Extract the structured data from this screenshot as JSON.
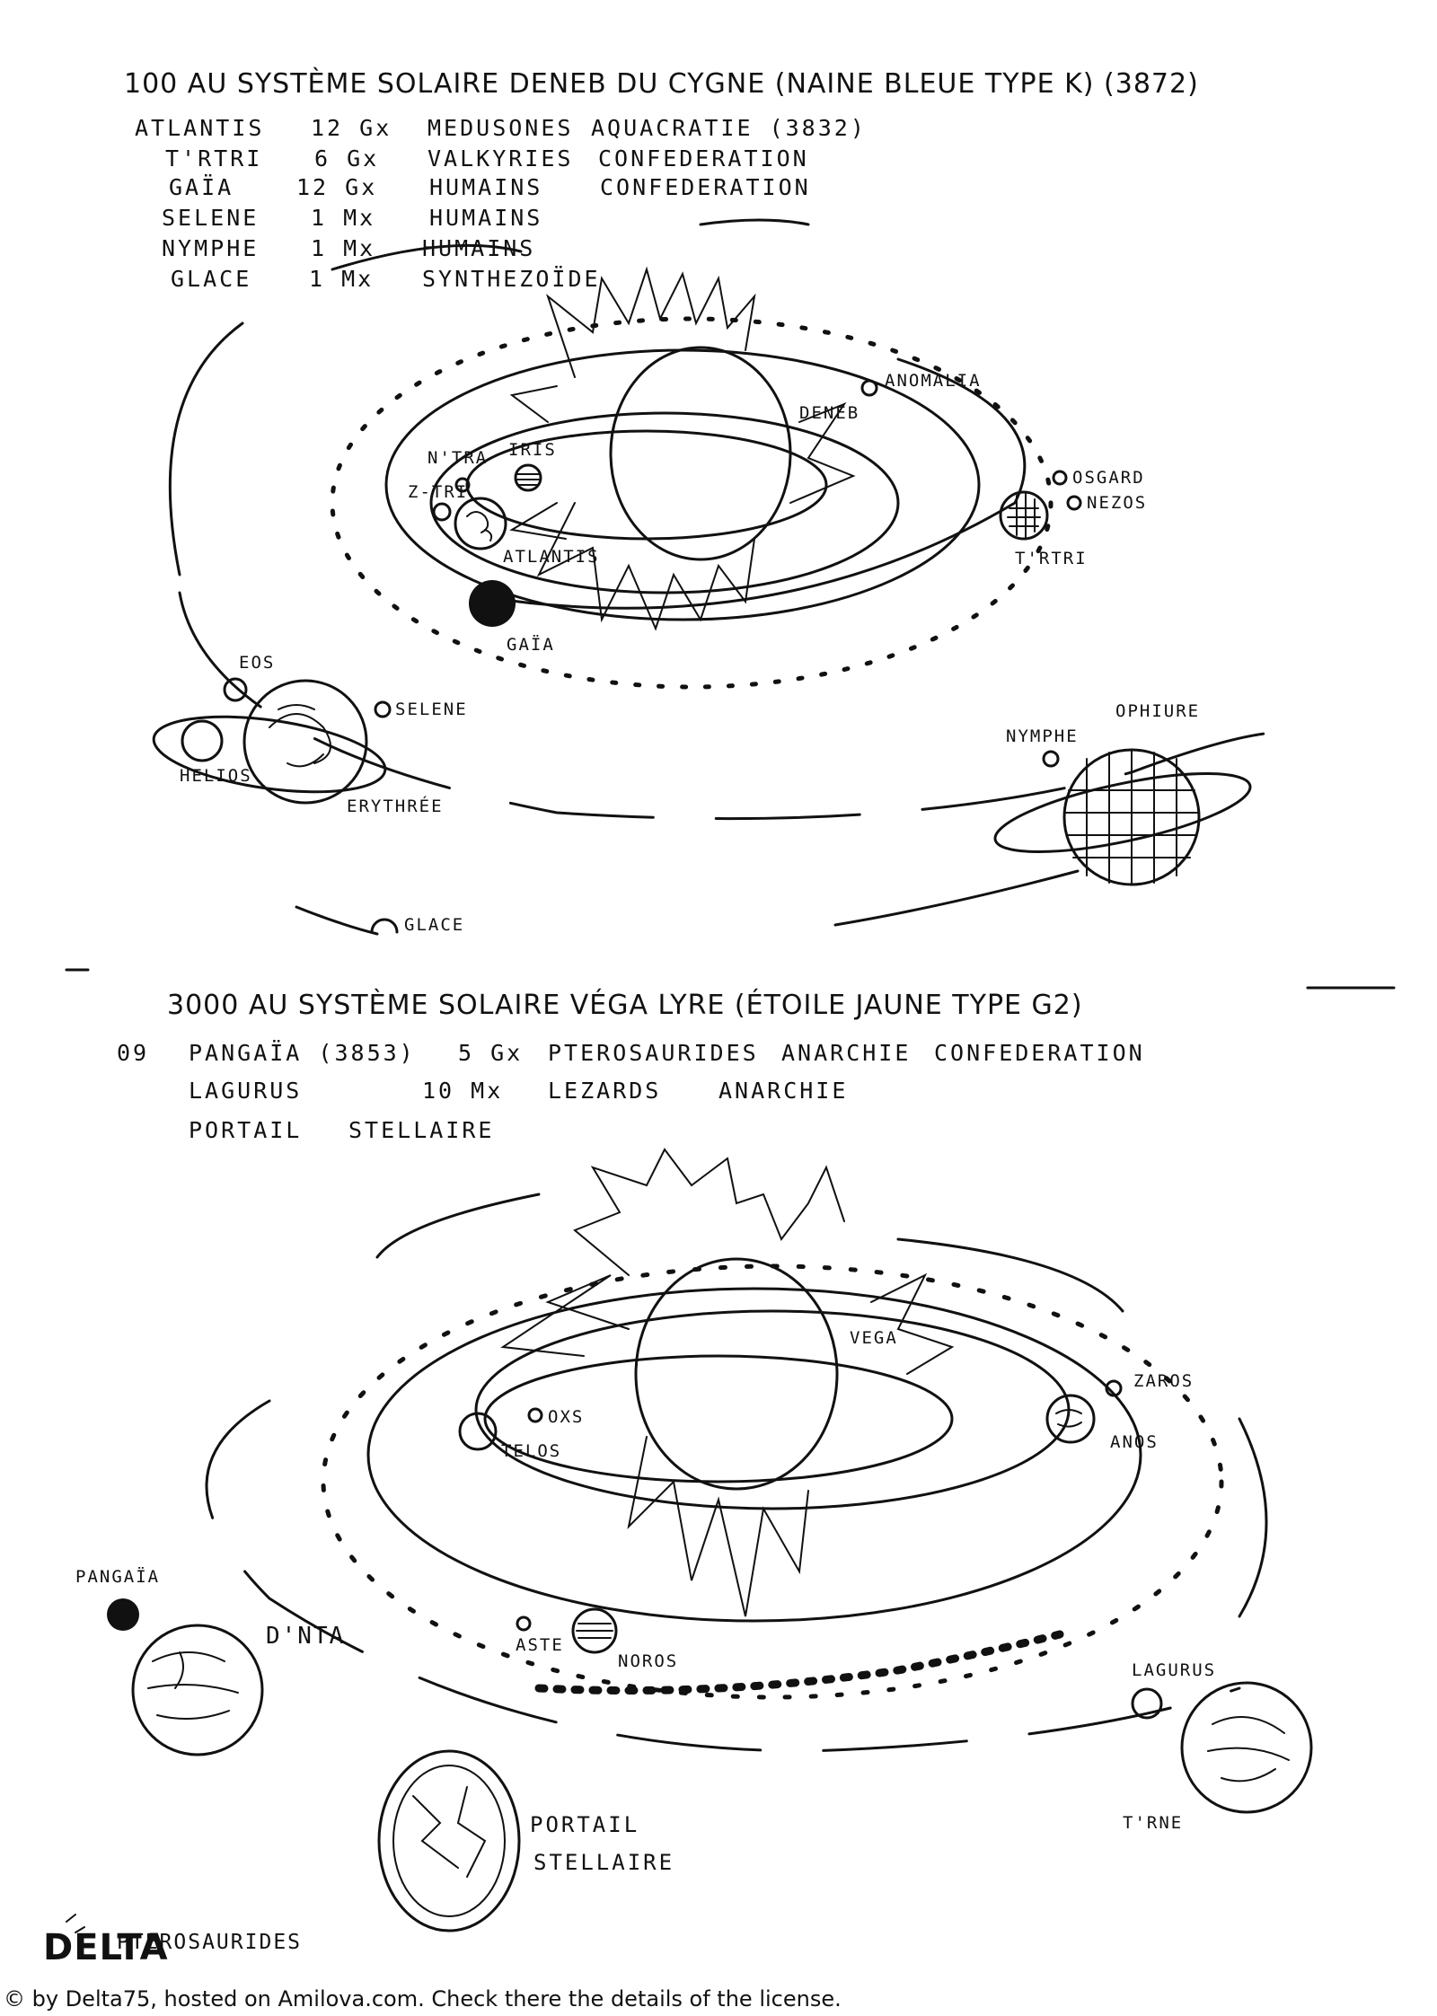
{
  "section1": {
    "title": "100 AU SYSTÈME SOLAIRE DENEB DU CYGNE (NAINE BLEUE TYPE K) (3872)",
    "rows": [
      [
        "ATLANTIS",
        "12 Gx",
        "MEDUSONES",
        "AQUACRATIE (3832)"
      ],
      [
        "T'RTRI",
        "6 Gx",
        "VALKYRIES",
        "CONFEDERATION"
      ],
      [
        "GAÏA",
        "12 Gx",
        "HUMAINS",
        "CONFEDERATION"
      ],
      [
        "SELENE",
        "1 Mx",
        "HUMAINS",
        ""
      ],
      [
        "NYMPHE",
        "1 Mx",
        "HUMAINS",
        ""
      ],
      [
        "GLACE",
        "1 Mx",
        "SYNTHEZOÏDE",
        ""
      ]
    ],
    "labels": {
      "star": "DENEB",
      "anomalia": "ANOMALIA",
      "ntra": "N'TRA",
      "iris": "IRIS",
      "ztri": "Z-TRI",
      "atlantis": "ATLANTIS",
      "gaia": "GAÏA",
      "osgard": "OSGARD",
      "nezos": "NEZOS",
      "trtri": "T'RTRI",
      "eos": "EOS",
      "selene": "SELENE",
      "helios": "HELIOS",
      "erythree": "ERYTHRÉE",
      "nymphe": "NYMPHE",
      "ophiure": "OPHIURE",
      "glace": "GLACE"
    }
  },
  "section2": {
    "title": "3000 AU SYSTÈME SOLAIRE VÉGA LYRE (ÉTOILE JAUNE TYPE G2)",
    "rows": [
      [
        "09",
        "PANGAÏA (3853)",
        "5 Gx",
        "PTEROSAURIDES",
        "ANARCHIE",
        "CONFEDERATION"
      ],
      [
        "",
        "LAGURUS",
        "10 Mx",
        "LEZARDS",
        "ANARCHIE",
        ""
      ],
      [
        "",
        "PORTAIL",
        "STELLAIRE",
        "",
        "",
        ""
      ]
    ],
    "labels": {
      "star": "VEGA",
      "oxs": "OXS",
      "telos": "TELOS",
      "zaros": "ZAROS",
      "anos": "ANOS",
      "pangaia": "PANGAÏA",
      "dnta": "D'NTA",
      "aste": "ASTE",
      "noros": "NOROS",
      "lagurus": "LAGURUS",
      "trne": "T'RNE",
      "portail_1": "PORTAIL",
      "portail_2": "STELLAIRE",
      "pterosaurides": "PTEROSAURIDES"
    }
  },
  "signature": "DELTA",
  "footer": "© by Delta75, hosted on Amilova.com. Check there the details of the license."
}
